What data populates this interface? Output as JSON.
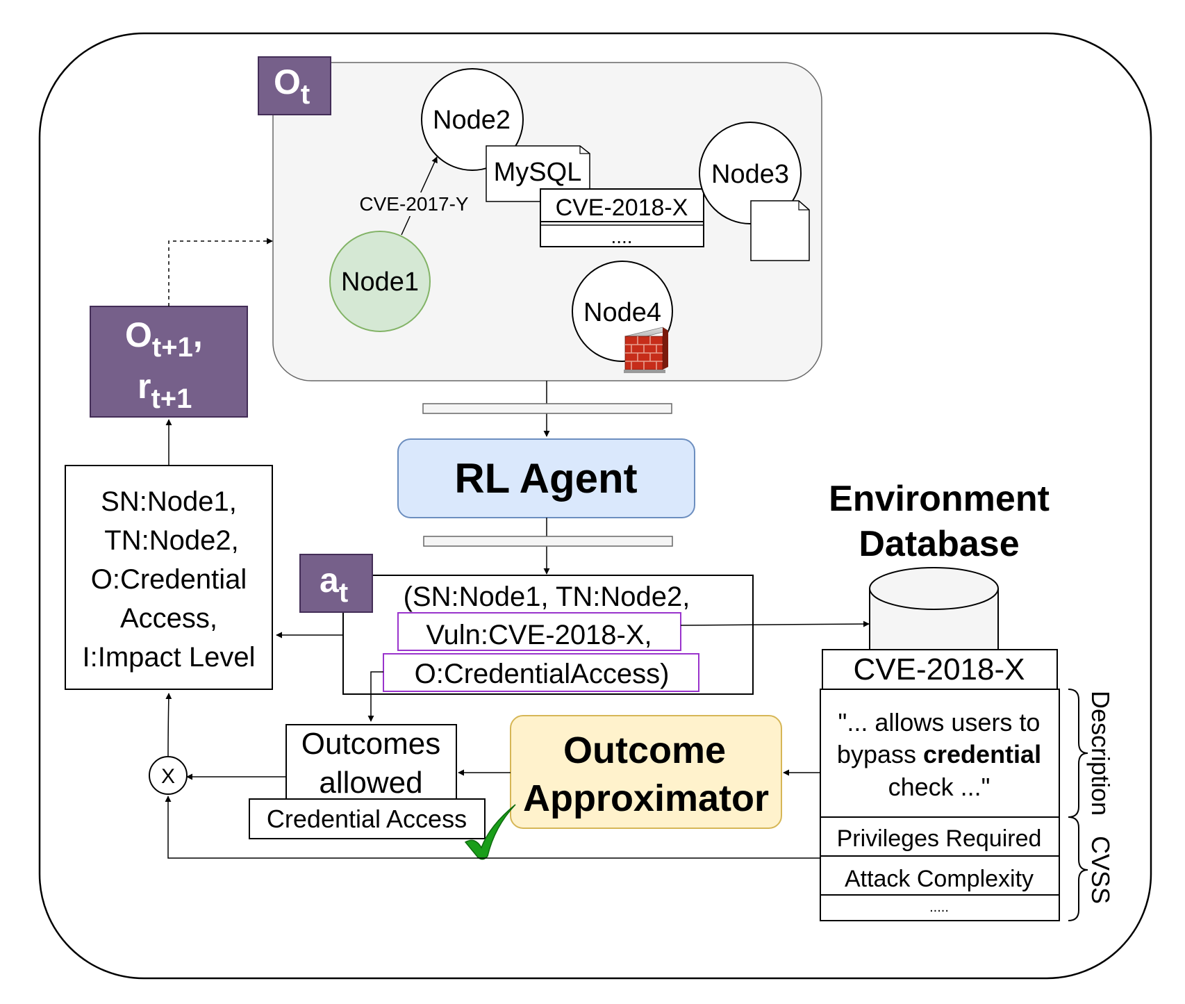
{
  "observation": {
    "label_main": "O",
    "label_sub": "t",
    "nodes": {
      "node1": "Node1",
      "node2": "Node2",
      "node3": "Node3",
      "node4": "Node4"
    },
    "edge_label": "CVE-2017-Y",
    "service_label": "MySQL",
    "vuln_list": [
      "CVE-2018-X",
      "...."
    ]
  },
  "next_obs": {
    "line1_main": "O",
    "line1_sub": "t+1",
    "line1_suffix": ",",
    "line2_main": "r",
    "line2_sub": "t+1"
  },
  "agent": {
    "label": "RL Agent"
  },
  "action": {
    "label_main": "a",
    "label_sub": "t",
    "line1": "(SN:Node1, TN:Node2,",
    "line2": "Vuln:CVE-2018-X,",
    "line3": "O:CredentialAccess)"
  },
  "summary_box": {
    "lines": [
      "SN:Node1,",
      "TN:Node2,",
      "O:Credential",
      "Access,",
      "I:Impact Level"
    ]
  },
  "env_db": {
    "title_line1": "Environment",
    "title_line2": "Database",
    "cve_header": "CVE-2018-X",
    "desc_line1": "\"... allows users to",
    "desc_line2_prefix": "bypass ",
    "desc_line2_bold": "credential",
    "desc_line3": "check ...\"",
    "cvss_rows": [
      "Privileges Required",
      "Attack Complexity",
      "....."
    ],
    "brace_description": "Description",
    "brace_cvss": "CVSS"
  },
  "approximator": {
    "line1": "Outcome",
    "line2": "Approximator"
  },
  "outcomes": {
    "line1": "Outcomes",
    "line2": "allowed",
    "item": "Credential Access"
  },
  "multiply_symbol": "X",
  "colors": {
    "purple": "#76608a",
    "agent_fill": "#dae8fc",
    "agent_stroke": "#6c8ebf",
    "approx_fill": "#fff2cc",
    "approx_stroke": "#d6b656",
    "node1_fill": "#d5e8d4",
    "node1_stroke": "#82b366",
    "highlight_stroke": "#9933cc",
    "panel_fill": "#f5f5f5",
    "check": "#1a9e1a"
  }
}
